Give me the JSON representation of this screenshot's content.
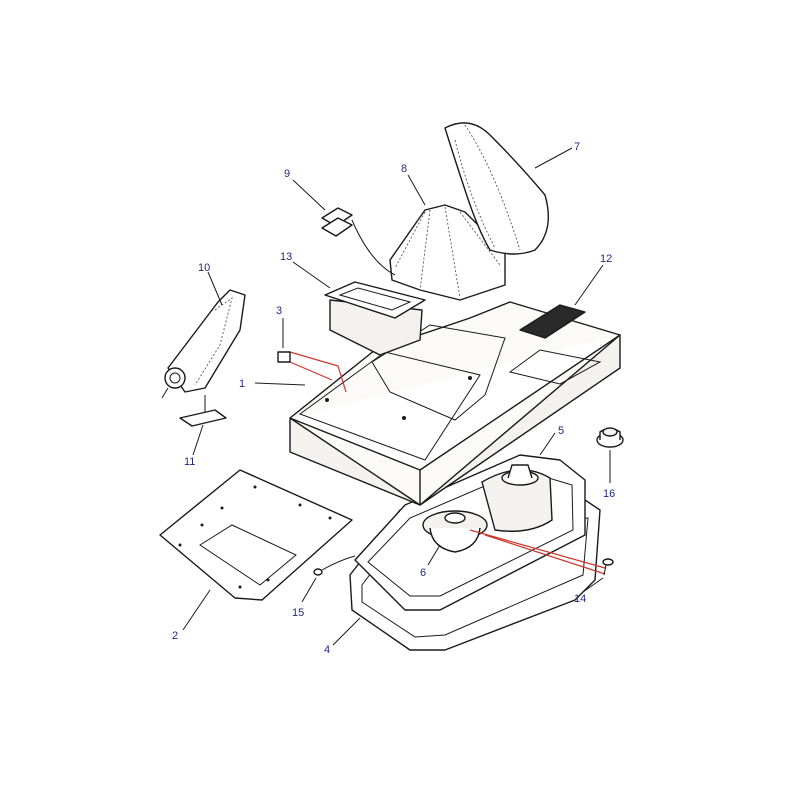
{
  "colors": {
    "line": "#1a1a1a",
    "callout": "#1f2a80",
    "red_leader": "#d0342c"
  },
  "callouts": [
    {
      "id": "1",
      "label": "1"
    },
    {
      "id": "2",
      "label": "2"
    },
    {
      "id": "3",
      "label": "3"
    },
    {
      "id": "4",
      "label": "4"
    },
    {
      "id": "5",
      "label": "5"
    },
    {
      "id": "6",
      "label": "6"
    },
    {
      "id": "7",
      "label": "7"
    },
    {
      "id": "8",
      "label": "8"
    },
    {
      "id": "9",
      "label": "9"
    },
    {
      "id": "10",
      "label": "10"
    },
    {
      "id": "11",
      "label": "11"
    },
    {
      "id": "12",
      "label": "12"
    },
    {
      "id": "13",
      "label": "13"
    },
    {
      "id": "14",
      "label": "14"
    },
    {
      "id": "15",
      "label": "15"
    },
    {
      "id": "16",
      "label": "16"
    }
  ]
}
